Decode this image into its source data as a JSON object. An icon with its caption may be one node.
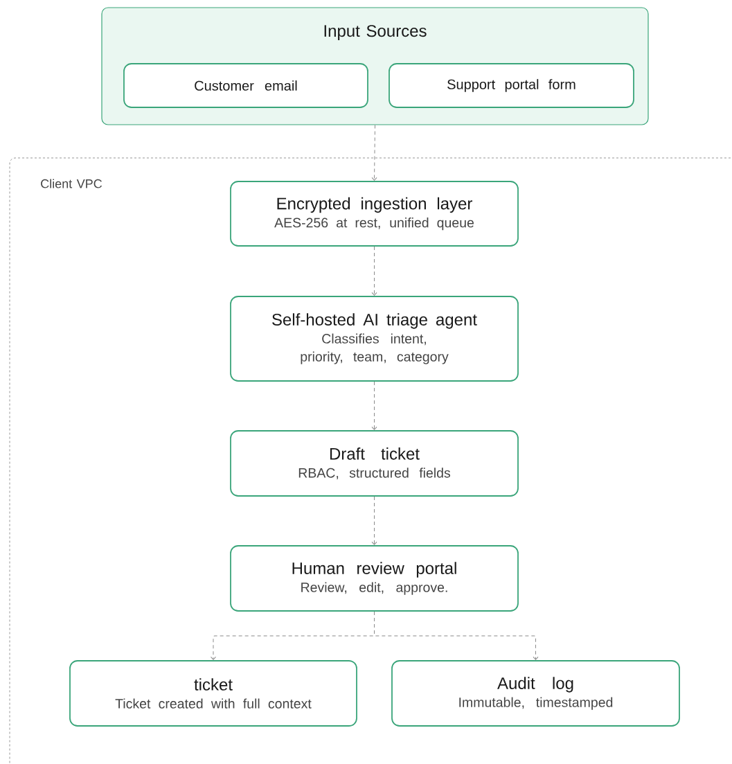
{
  "diagram": {
    "nodes": [
      {
        "text": [
          "Input Sources"
        ]
      },
      {
        "text": [
          "Customer email"
        ],
        "in": 0
      },
      {
        "text": [
          "Support portal form"
        ],
        "in": 0
      },
      {
        "text": [
          "Client VPC"
        ]
      },
      {
        "text": [
          "Encrypted ingestion layer",
          "AES-256 at rest, unified queue"
        ],
        "in": 3
      },
      {
        "text": [
          "Self-hosted AI triage agent",
          "Classifies intent, priority, team, category"
        ],
        "in": 3
      },
      {
        "text": [
          "Draft ticket",
          "RBAC, structured fields"
        ],
        "in": 3
      },
      {
        "text": [
          "Human review portal",
          "Review, edit, approve."
        ],
        "in": 3
      },
      {
        "text": [
          "ticket",
          "Ticket created with full context"
        ],
        "in": 3
      },
      {
        "text": [
          "Audit log",
          "Immutable, timestamped"
        ],
        "in": 3
      }
    ],
    "edges": [
      {
        "from": 0,
        "to": 4,
        "arrow": "to",
        "style": "dashed"
      },
      {
        "from": 4,
        "to": 5,
        "arrow": "to",
        "style": "dashed"
      },
      {
        "from": 5,
        "to": 6,
        "arrow": "to",
        "style": "dashed"
      },
      {
        "from": 6,
        "to": 7,
        "arrow": "to",
        "style": "dashed"
      },
      {
        "from": 7,
        "to": 8,
        "arrow": "to",
        "style": "dashed"
      },
      {
        "from": 7,
        "to": 9,
        "arrow": "to",
        "style": "dashed"
      }
    ]
  }
}
